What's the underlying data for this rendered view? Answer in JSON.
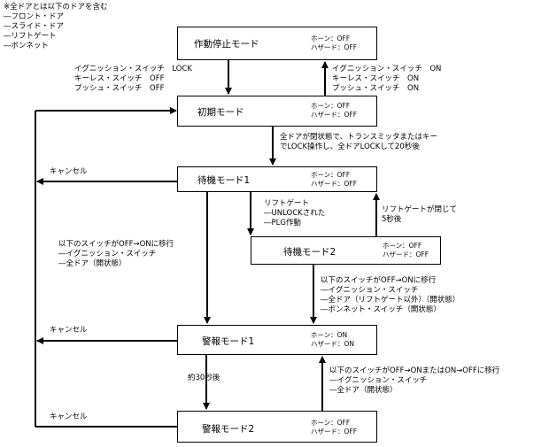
{
  "note": {
    "title": "※全ドアとは以下のドアを含む",
    "items": [
      "―フロント・ドア",
      "―スライド・ドア",
      "―リフトゲート",
      "―ボンネット"
    ]
  },
  "states": {
    "stop": {
      "name": "作動停止モード",
      "horn": "ホーン：OFF",
      "hazard": "ハザード：OFF"
    },
    "initial": {
      "name": "初期モード",
      "horn": "ホーン：OFF",
      "hazard": "ハザード：OFF"
    },
    "standby1": {
      "name": "待機モード1",
      "horn": "ホーン：OFF",
      "hazard": "ハザード：OFF"
    },
    "standby2": {
      "name": "待機モード2",
      "horn": "ホーン：OFF",
      "hazard": "ハザード：OFF"
    },
    "alarm1": {
      "name": "警報モード1",
      "horn": "ホーン：ON",
      "hazard": "ハザード：ON"
    },
    "alarm2": {
      "name": "警報モード2",
      "horn": "ホーン：OFF",
      "hazard": "ハザード：OFF"
    }
  },
  "transitions": {
    "stop_to_initial": [
      "イグニッション・スイッチ　LOCK",
      "キーレス・スイッチ　OFF",
      "プッシュ・スイッチ　OFF"
    ],
    "initial_to_stop": [
      "イグニッション・スイッチ　ON",
      "キーレス・スイッチ　ON",
      "プッシュ・スイッチ　ON"
    ],
    "initial_to_standby1": [
      "全ドアが閉状態で、トランスミッタまたはキー",
      "でLOCK操作し、全ドアLOCKして20秒後"
    ],
    "standby1_to_standby2": [
      "リフトゲート",
      "―UNLOCKされた",
      "―PLG作動"
    ],
    "standby2_to_standby1": [
      "リフトゲートが閉じて",
      "5秒後"
    ],
    "standby1_to_alarm1": [
      "以下のスイッチがOFF→ONに移行",
      "―イグニッション・スイッチ",
      "―全ドア（開状態）"
    ],
    "standby2_to_alarm1": [
      "以下のスイッチがOFF→ONに移行",
      "―イグニッション・スイッチ",
      "―全ドア（リフトゲート以外）（開状態）",
      "―ボンネット・スイッチ（開状態）"
    ],
    "alarm1_to_alarm2": "約30秒後",
    "alarm2_to_alarm1": [
      "以下のスイッチがOFF→ONまたはON→OFFに移行",
      "―イグニッション・スイッチ",
      "―全ドア（開状態）"
    ],
    "cancel": [
      "キャンセル",
      "キャンセル",
      "キャンセル"
    ]
  }
}
